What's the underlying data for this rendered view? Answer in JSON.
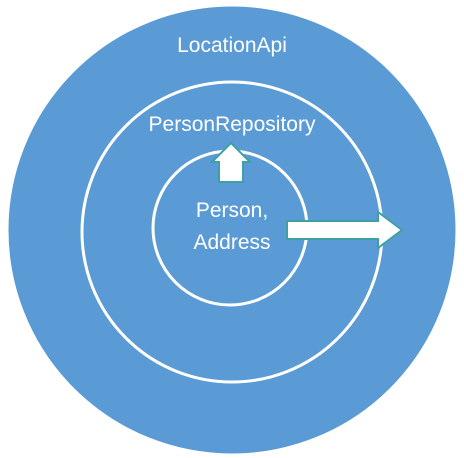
{
  "diagram": {
    "outer_layer": "LocationApi",
    "middle_layer": "PersonRepository",
    "inner_layer_line1": "Person,",
    "inner_layer_line2": "Address"
  },
  "colors": {
    "fill": "#5b9bd5",
    "ring": "#ffffff",
    "arrow_fill": "#ffffff",
    "arrow_stroke": "#3fa0a4"
  }
}
